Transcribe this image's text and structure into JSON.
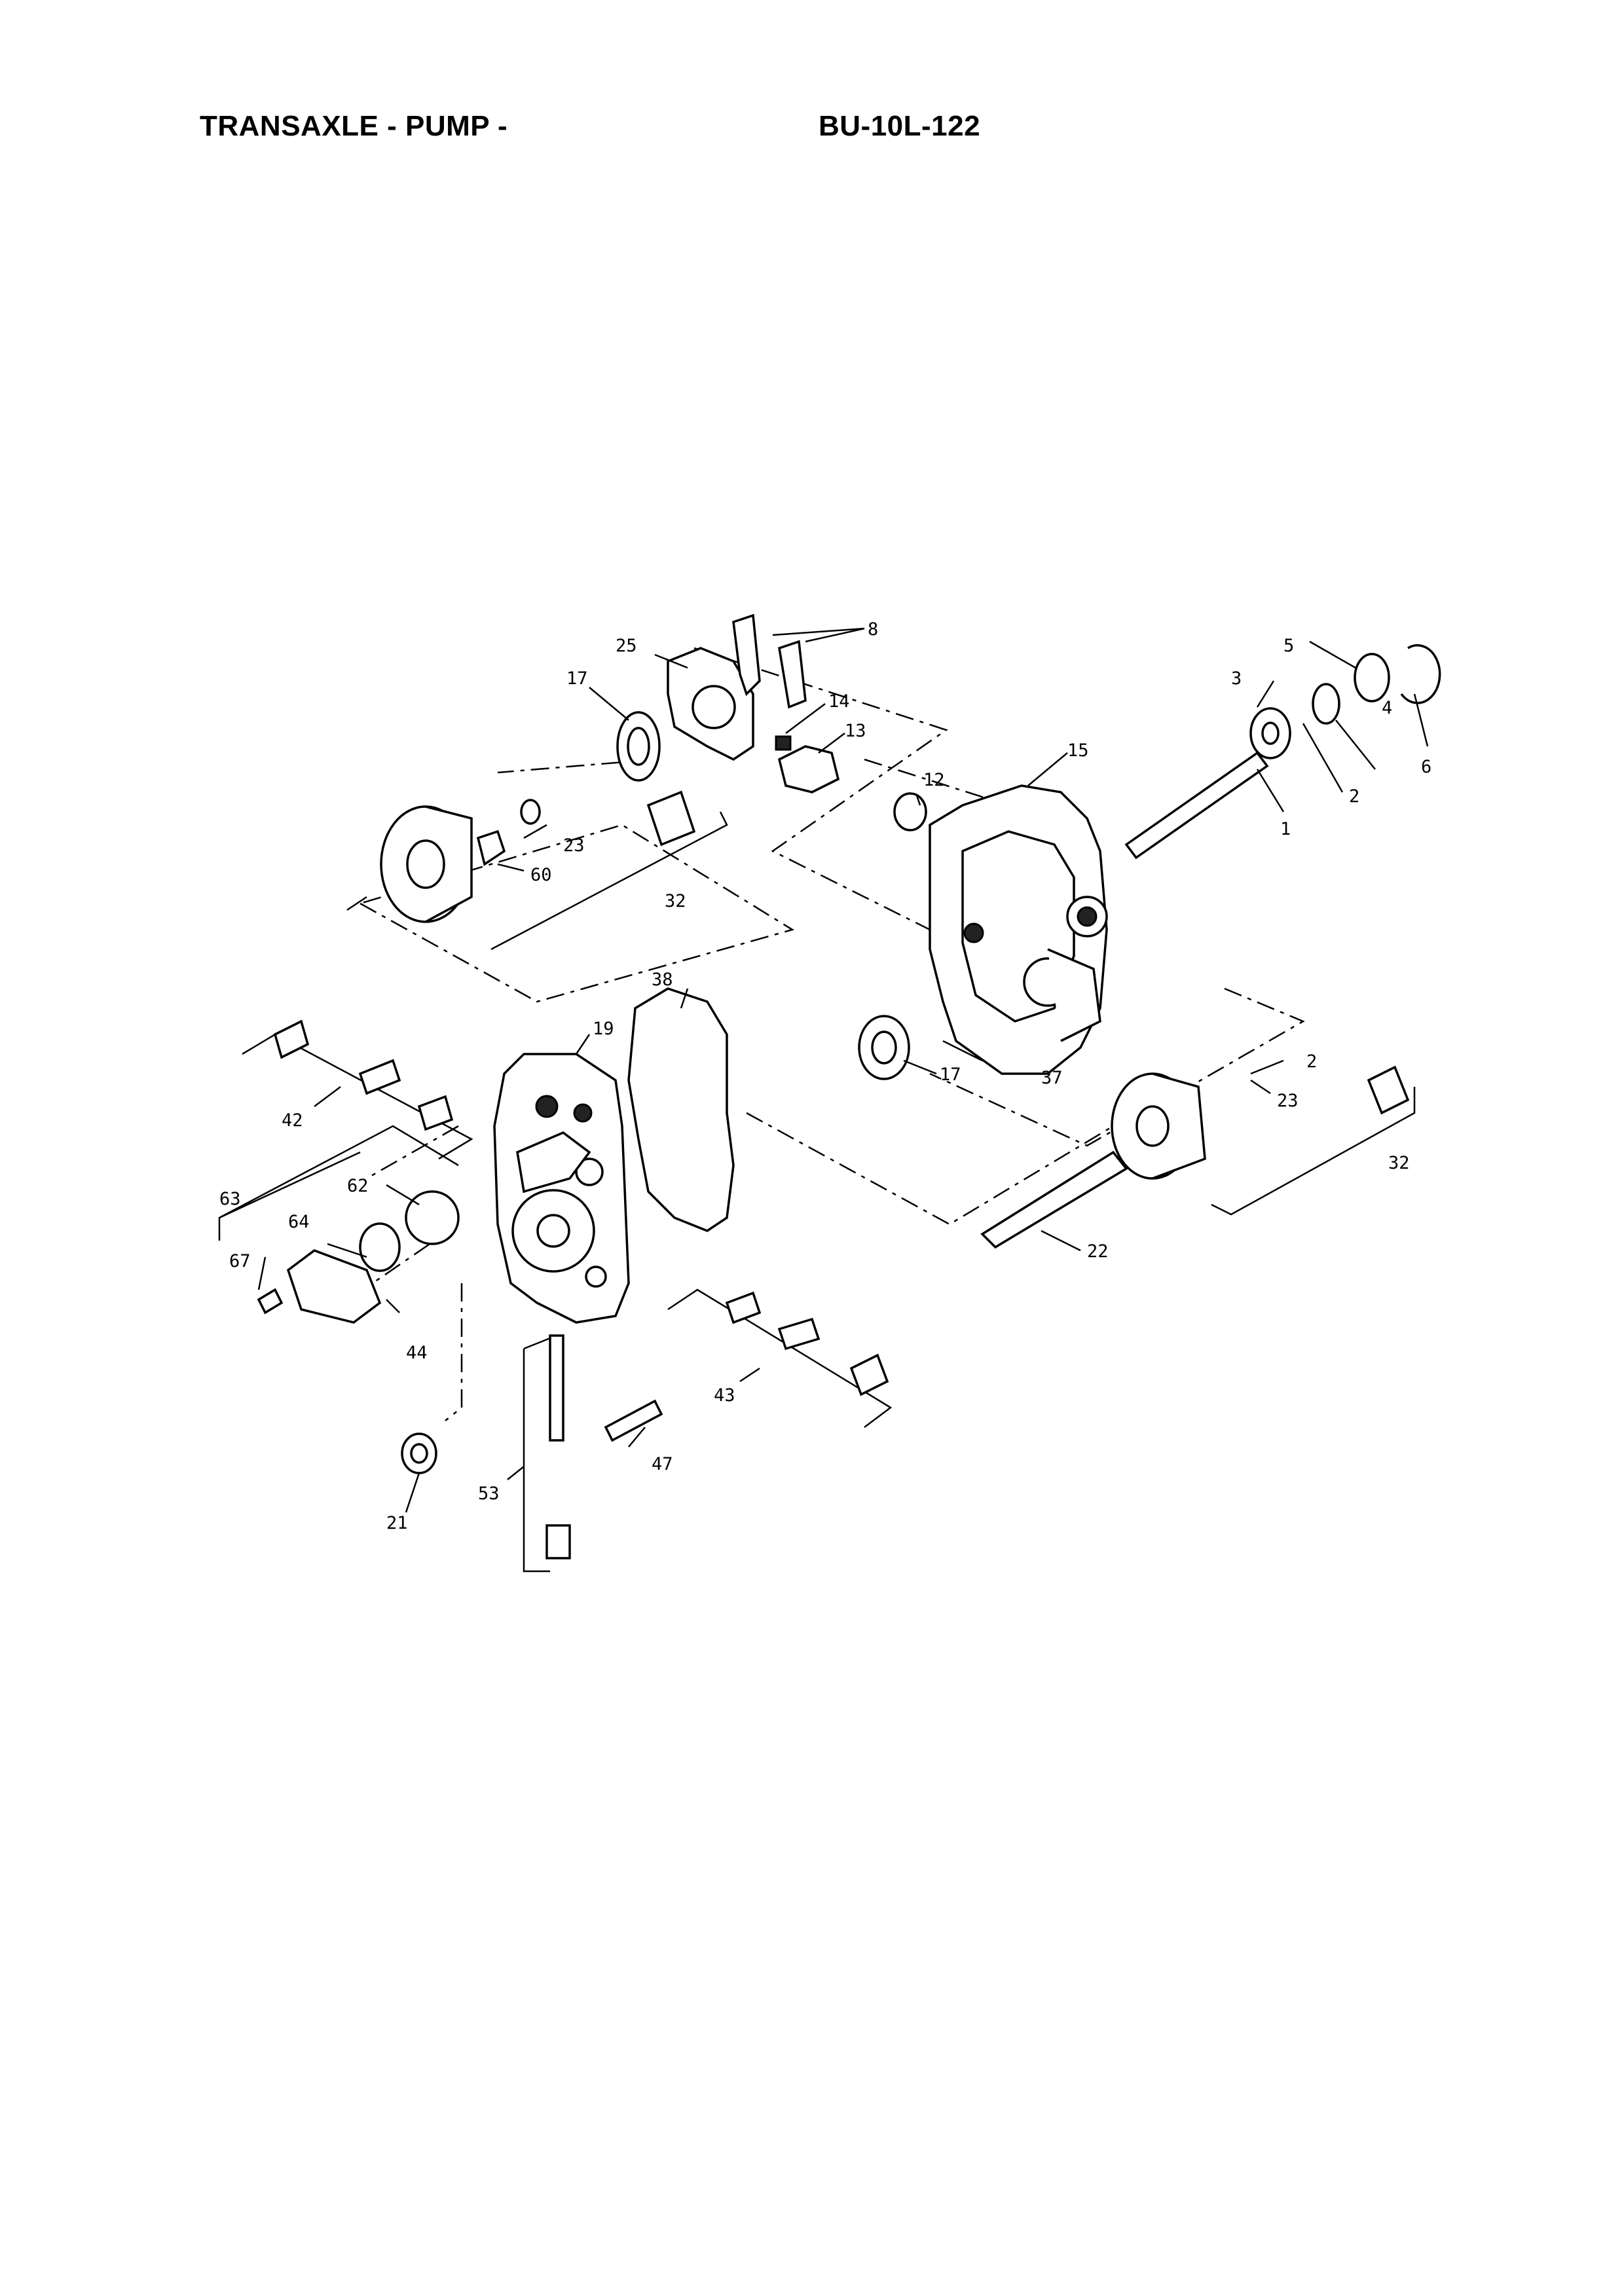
{
  "header": {
    "title": "TRANSAXLE  - PUMP -",
    "code": "BU-10L-122"
  },
  "callouts": [
    "1",
    "2",
    "2",
    "3",
    "4",
    "5",
    "6",
    "8",
    "12",
    "13",
    "14",
    "15",
    "17",
    "17",
    "19",
    "21",
    "22",
    "23",
    "23",
    "25",
    "32",
    "32",
    "37",
    "38",
    "42",
    "43",
    "44",
    "47",
    "53",
    "60",
    "62",
    "63",
    "64",
    "67"
  ]
}
